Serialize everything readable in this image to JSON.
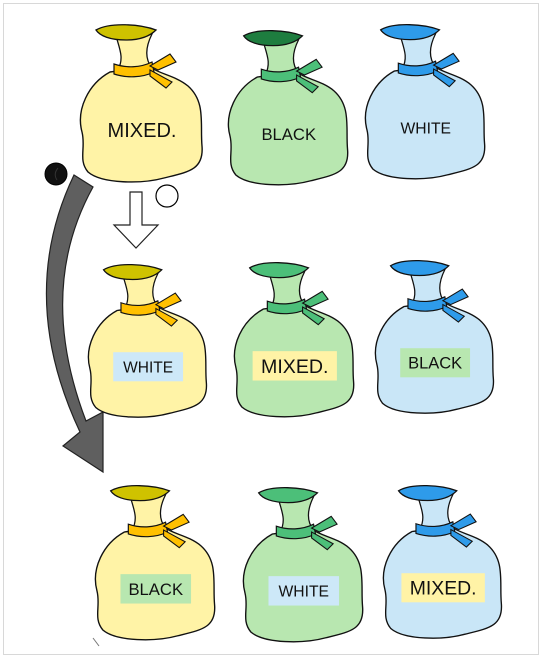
{
  "colors": {
    "yellow_bag": "#FFF3A6",
    "yellow_top": "#CFC200",
    "yellow_tie": "#FFC000",
    "green_bag": "#B8E7B0",
    "green_top_dark": "#1E7D3F",
    "green_top": "#4CBF79",
    "green_tie": "#4CBF79",
    "blue_bag": "#C9E6F7",
    "blue_top": "#2E9BEA",
    "blue_tie": "#2E9BEA",
    "label_blue": "#CDE8F8",
    "label_yellow": "#FFF3A6",
    "label_green": "#B8E7B0",
    "arrow_gray": "#5F5F5F"
  },
  "markers": {
    "black_ball": "black",
    "white_ball": "white"
  },
  "rows": [
    {
      "bags": [
        {
          "color": "yellow",
          "label": "MIXED.",
          "label_bg": "none"
        },
        {
          "color": "green",
          "label": "BLACK",
          "label_bg": "none"
        },
        {
          "color": "blue",
          "label": "WHITE",
          "label_bg": "none"
        }
      ]
    },
    {
      "bags": [
        {
          "color": "yellow",
          "label": "WHITE",
          "label_bg": "blue"
        },
        {
          "color": "green",
          "label": "MIXED.",
          "label_bg": "yellow"
        },
        {
          "color": "blue",
          "label": "BLACK",
          "label_bg": "green"
        }
      ]
    },
    {
      "bags": [
        {
          "color": "yellow",
          "label": "BLACK",
          "label_bg": "green"
        },
        {
          "color": "green",
          "label": "WHITE",
          "label_bg": "blue"
        },
        {
          "color": "blue",
          "label": "MIXED.",
          "label_bg": "yellow"
        }
      ]
    }
  ]
}
